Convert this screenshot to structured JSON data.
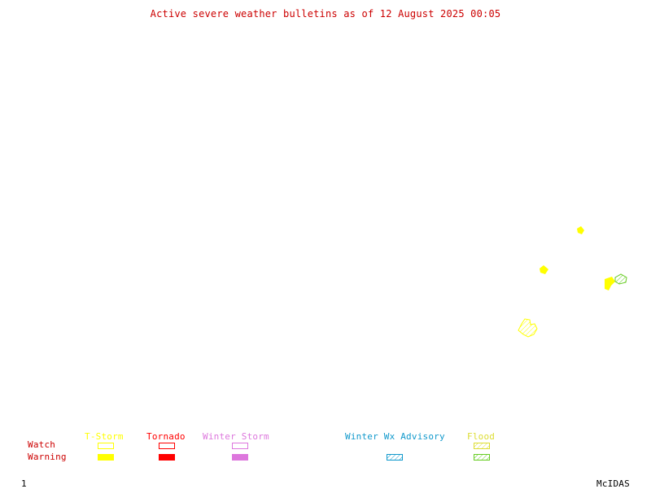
{
  "title": "Active severe weather bulletins as of 12 August 2025 00:05",
  "legend": {
    "row_labels": {
      "watch": "Watch",
      "warning": "Warning"
    },
    "categories": {
      "tstorm": "T-Storm",
      "tornado": "Tornado",
      "winter_storm": "Winter Storm",
      "winter_wx_advisory": "Winter Wx Advisory",
      "flood": "Flood"
    }
  },
  "colors": {
    "title": "#cc0000",
    "row_labels": "#cc0000",
    "tstorm": "#ffff00",
    "tornado": "#ff0000",
    "winter_storm": "#dd77dd",
    "winter_wx_advisory": "#1199cc",
    "flood_watch": "#dddd33",
    "flood_warning": "#66cc22",
    "flood_label": "#dddd33"
  },
  "footer": {
    "left": "1",
    "right": "McIDAS"
  },
  "alerts": [
    {
      "type": "tstorm-warning"
    },
    {
      "type": "tstorm-warning"
    },
    {
      "type": "tstorm-warning"
    },
    {
      "type": "flood-warning"
    },
    {
      "type": "tstorm-watch"
    }
  ]
}
